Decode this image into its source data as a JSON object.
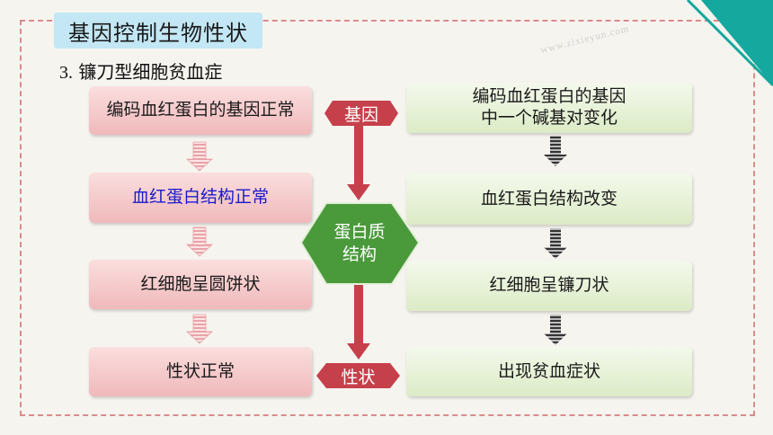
{
  "title": "基因控制生物性状",
  "subtitle_num": "3.",
  "subtitle_text": "镰刀型细胞贫血症",
  "watermark": "www.zixieyun.com",
  "left_column": [
    "编码血红蛋白的基因正常",
    "血红蛋白结构正常",
    "红细胞呈圆饼状",
    "性状正常"
  ],
  "right_column": [
    "编码血红蛋白的基因\n中一个碱基对变化",
    "血红蛋白结构改变",
    "红细胞呈镰刀状",
    "出现贫血症状"
  ],
  "labels": {
    "gene": "基因",
    "protein": "蛋白质\n结构",
    "trait": "性状"
  },
  "colors": {
    "pink_box": "#f0b9bb",
    "green_box": "#dcebc6",
    "crimson_label": "#c6404b",
    "hex_green": "#4a9a3b",
    "corner_teal": "#15a89e"
  }
}
